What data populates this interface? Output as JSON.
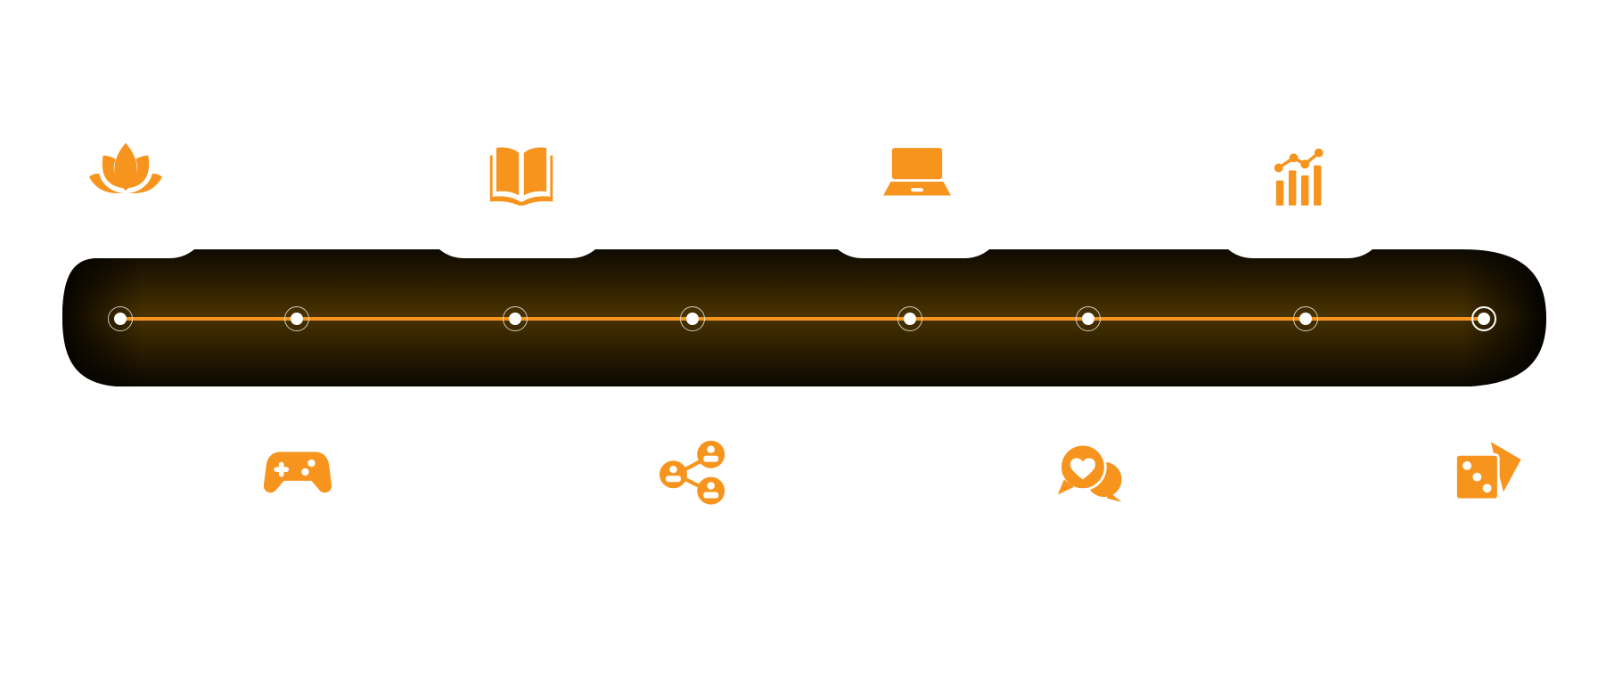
{
  "timeline": {
    "accent_color": "#F7941D",
    "bar_color": "#060502",
    "glow_color": "#4A3200",
    "dot_color": "#FFFFFF",
    "active_index": 7,
    "milestones": [
      {
        "index": 0,
        "position": "top",
        "icon": "lotus-icon",
        "label": "Wellness"
      },
      {
        "index": 1,
        "position": "bottom",
        "icon": "gamepad-icon",
        "label": "Gaming"
      },
      {
        "index": 2,
        "position": "top",
        "icon": "open-book-icon",
        "label": "Reading"
      },
      {
        "index": 3,
        "position": "bottom",
        "icon": "social-network-icon",
        "label": "Social Network"
      },
      {
        "index": 4,
        "position": "top",
        "icon": "laptop-icon",
        "label": "Laptop"
      },
      {
        "index": 5,
        "position": "bottom",
        "icon": "heart-chat-icon",
        "label": "Dating Chat"
      },
      {
        "index": 6,
        "position": "top",
        "icon": "analytics-chart-icon",
        "label": "Analytics"
      },
      {
        "index": 7,
        "position": "bottom",
        "icon": "dice-icon",
        "label": "Games of Chance"
      }
    ]
  }
}
